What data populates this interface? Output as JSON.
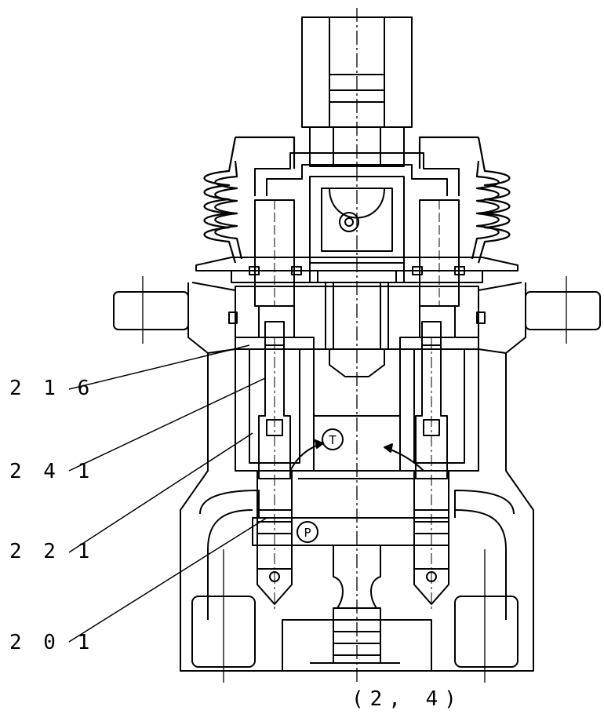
{
  "callouts": [
    {
      "id": "216",
      "text": "2 1 6"
    },
    {
      "id": "241",
      "text": "2 4 1"
    },
    {
      "id": "221",
      "text": "2 2 1"
    },
    {
      "id": "201",
      "text": "2 0 1"
    }
  ],
  "ports": {
    "tank": "T",
    "pressure": "P"
  },
  "view_label": "(2, 4)",
  "colors": {
    "ink": "#000000",
    "paper": "#ffffff"
  }
}
